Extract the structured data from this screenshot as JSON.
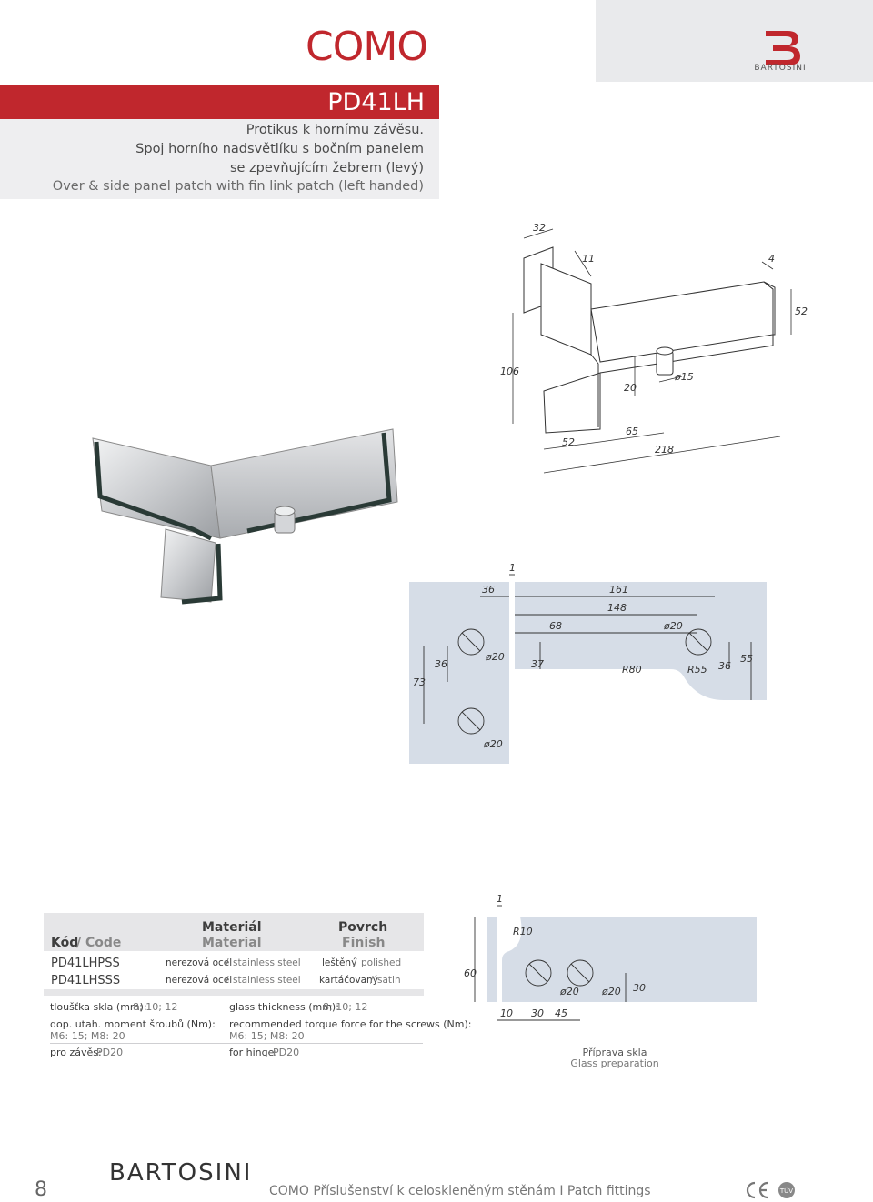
{
  "header": {
    "series": "COMO",
    "code": "PD41LH",
    "logo_brand": "BARTOSINI"
  },
  "description": {
    "line1": "Protikus k hornímu závěsu.",
    "line2": "Spoj horního nadsvětlíku s bočním panelem",
    "line3": "se zpevňujícím žebrem (levý)",
    "line4": "Over & side panel patch with fin link patch (left handed)"
  },
  "drawing_top": {
    "dims": [
      "32",
      "11",
      "4",
      "52",
      "106",
      "20",
      "ø15",
      "65",
      "52",
      "218"
    ]
  },
  "drawing_glass": {
    "dims": [
      "1",
      "36",
      "161",
      "148",
      "68",
      "ø20",
      "ø20",
      "37",
      "R80",
      "R55",
      "36",
      "55",
      "73",
      "36",
      "ø20"
    ]
  },
  "drawing_small": {
    "dims": [
      "1",
      "R10",
      "60",
      "ø20",
      "ø20",
      "30",
      "10",
      "30",
      "45"
    ],
    "caption_cz": "Příprava skla",
    "caption_en": "Glass preparation"
  },
  "table": {
    "col_code": "Kód",
    "col_code_en": "Code",
    "col_material": "Materiál",
    "col_material_en": "Material",
    "col_finish": "Povrch",
    "col_finish_en": "Finish",
    "rows": [
      {
        "code": "PD41LHPSS",
        "material": "nerezová ocel",
        "material_en": "stainless steel",
        "finish": "leštěný",
        "finish_en": "polished"
      },
      {
        "code": "PD41LHSSS",
        "material": "nerezová ocel",
        "material_en": "stainless steel",
        "finish": "kartáčovaný",
        "finish_en": "satin"
      }
    ]
  },
  "info": {
    "thickness_cz": "tloušťka skla (mm):",
    "thickness_cz_val": "8; 10; 12",
    "thickness_en": "glass thickness (mm):",
    "thickness_en_val": "8; 10; 12",
    "torque_cz": "dop. utah. moment šroubů (Nm):",
    "torque_cz_val": "M6: 15; M8: 20",
    "torque_en": "recommended torque force for the screws (Nm):",
    "torque_en_val": "M6: 15; M8: 20",
    "hinge_cz": "pro závěs:",
    "hinge_cz_val": "PD20",
    "hinge_en": "for hinge:",
    "hinge_en_val": "PD20"
  },
  "footer": {
    "page": "8",
    "brand": "BARTOSINI",
    "series": "COMO",
    "text": "Příslušenství k celoskleněným stěnám I Patch fittings"
  },
  "colors": {
    "accent": "#c0272d",
    "panel": "#e6e6e8",
    "glass_blue": "#d6dde7"
  }
}
